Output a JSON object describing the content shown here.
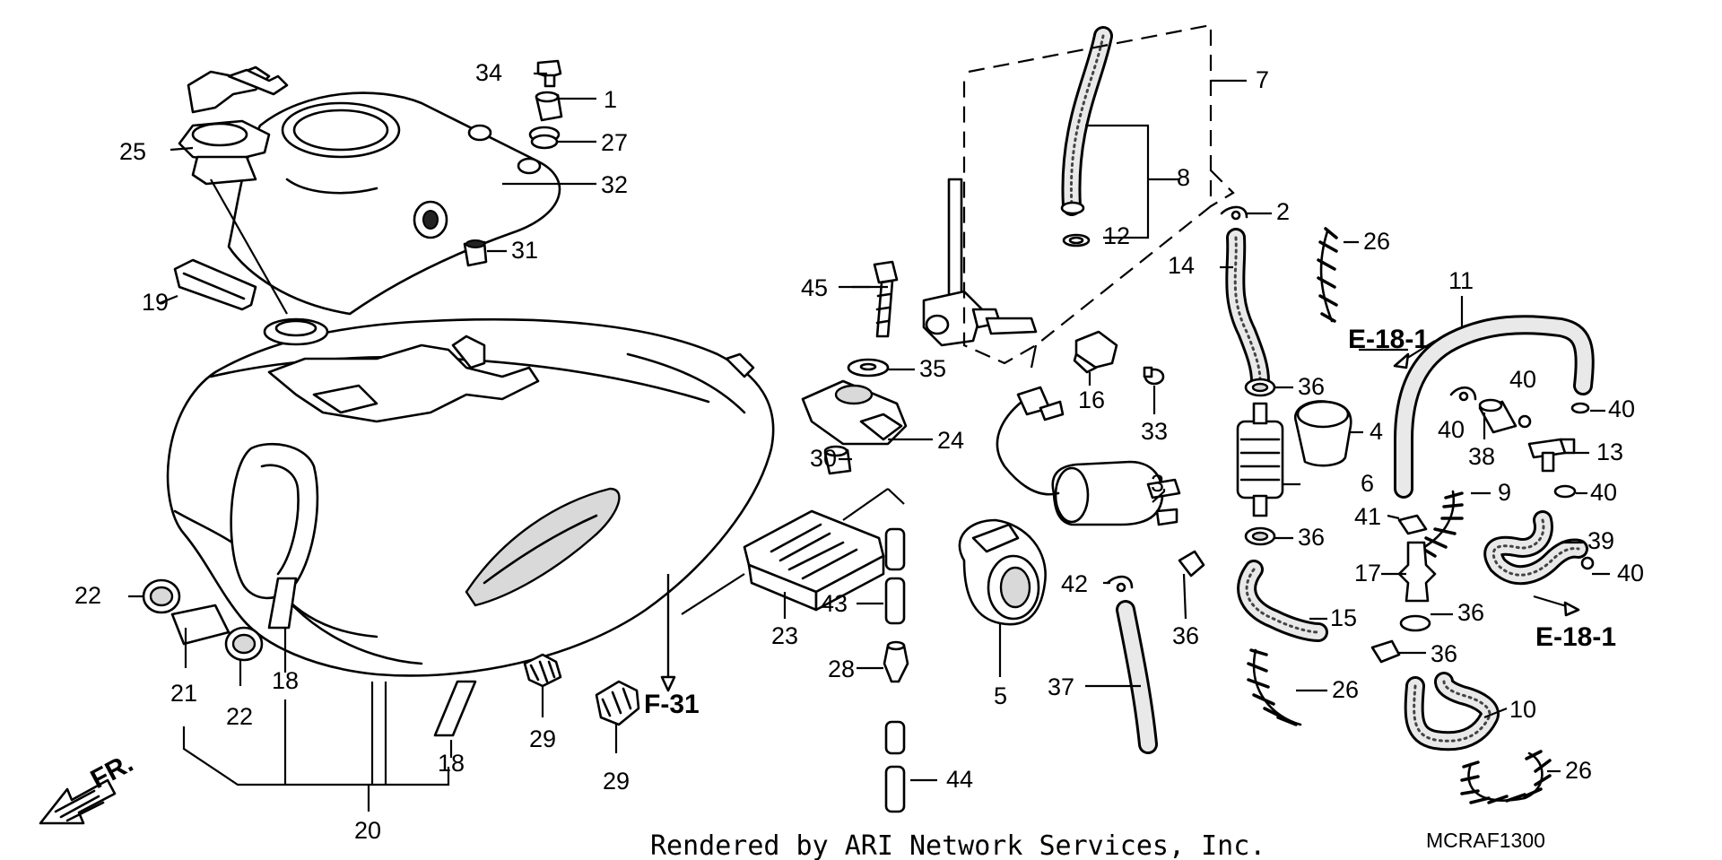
{
  "labels": {
    "l1": "1",
    "l2": "2",
    "l3": "3",
    "l4": "4",
    "l5": "5",
    "l6": "6",
    "l7": "7",
    "l8": "8",
    "l9": "9",
    "l10": "10",
    "l11": "11",
    "l12": "12",
    "l13": "13",
    "l14": "14",
    "l15": "15",
    "l16": "16",
    "l17": "17",
    "l18a": "18",
    "l18b": "18",
    "l19": "19",
    "l20": "20",
    "l21": "21",
    "l22a": "22",
    "l22b": "22",
    "l23": "23",
    "l24": "24",
    "l25": "25",
    "l26a": "26",
    "l26b": "26",
    "l26c": "26",
    "l27": "27",
    "l28": "28",
    "l29a": "29",
    "l29b": "29",
    "l30": "30",
    "l31": "31",
    "l32": "32",
    "l33": "33",
    "l34": "34",
    "l35": "35",
    "l36a": "36",
    "l36b": "36",
    "l36c": "36",
    "l36d": "36",
    "l36e": "36",
    "l37": "37",
    "l38": "38",
    "l39": "39",
    "l40a": "40",
    "l40b": "40",
    "l40c": "40",
    "l40d": "40",
    "l41": "41",
    "l42": "42",
    "l43": "43",
    "l44": "44",
    "l45": "45"
  },
  "refs": {
    "e181_top": "E-18-1",
    "e181_bottom": "E-18-1",
    "f31": "F-31",
    "fr": "FR."
  },
  "footer": {
    "credit": "Rendered by ARI Network Services, Inc.",
    "code": "MCRAF1300"
  }
}
